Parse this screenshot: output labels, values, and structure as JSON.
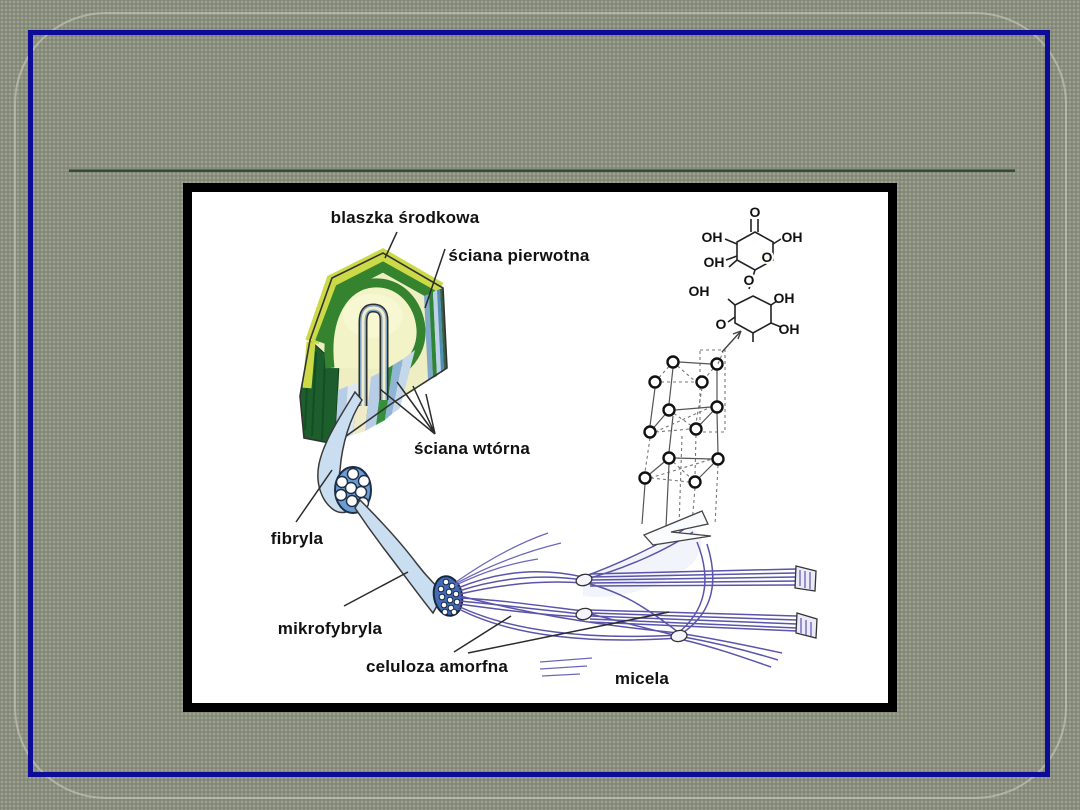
{
  "slide": {
    "background_color": "#8a8e7d",
    "border_color": "#0c0c99",
    "divider_color": "#334a33"
  },
  "diagram": {
    "labels": {
      "middle_lamella": "blaszka środkowa",
      "primary_wall": "ściana pierwotna",
      "secondary_wall": "ściana wtórna",
      "fibril": "fibryla",
      "microfibril": "mikrofybryla",
      "amorphous_cellulose": "celuloza amorfna",
      "micelle": "micela"
    },
    "chemistry": {
      "oxygen": "O",
      "hydroxyl": "OH"
    },
    "colors": {
      "middle_lamella_yellow": "#cdda48",
      "primary_wall_green": "#35832f",
      "secondary_wall_blue": "#b7cde6",
      "strand_blue": "#c9def0",
      "cross_section_blue": "#6b9cd4",
      "cellulose_purple": "#5a54ab"
    }
  }
}
